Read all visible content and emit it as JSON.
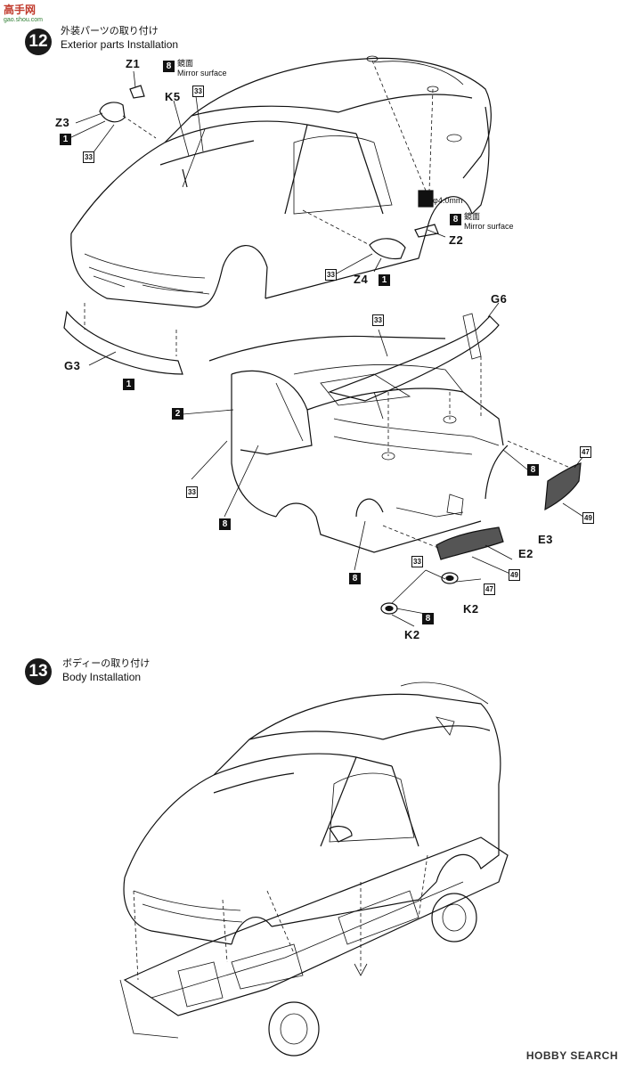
{
  "watermark": {
    "logo": "高手网",
    "logo_sub": "gao.shou.com"
  },
  "footer": {
    "brand": "HOBBY SEARCH"
  },
  "step12": {
    "number": "12",
    "title_ja": "外装パーツの取り付け",
    "title_en": "Exterior parts Installation",
    "mirror_note_1": {
      "code": "8",
      "ja": "鏡面",
      "en": "Mirror surface"
    },
    "mirror_note_2": {
      "code": "8",
      "ja": "鏡面",
      "en": "Mirror surface"
    },
    "drill_note": "φ4.0mm",
    "parts": {
      "z1": "Z1",
      "z3": "Z3",
      "k5": "K5",
      "z2": "Z2",
      "z4": "Z4",
      "g3": "G3",
      "g6": "G6",
      "e2": "E2",
      "e3": "E3",
      "k2_a": "K2",
      "k2_b": "K2"
    },
    "color_codes": {
      "c1_a": "1",
      "c33_a": "33",
      "c33_b": "33",
      "c33_c": "33",
      "c1_b": "1",
      "c1_c": "1",
      "c33_d": "33",
      "c2": "2",
      "c33_e": "33",
      "c8_a": "8",
      "c8_b": "8",
      "c47_a": "47",
      "c49_a": "49",
      "c33_f": "33",
      "c47_b": "47",
      "c49_b": "49",
      "c8_c": "8",
      "c8_d": "8"
    }
  },
  "step13": {
    "number": "13",
    "title_ja": "ボディーの取り付け",
    "title_en": "Body Installation"
  }
}
